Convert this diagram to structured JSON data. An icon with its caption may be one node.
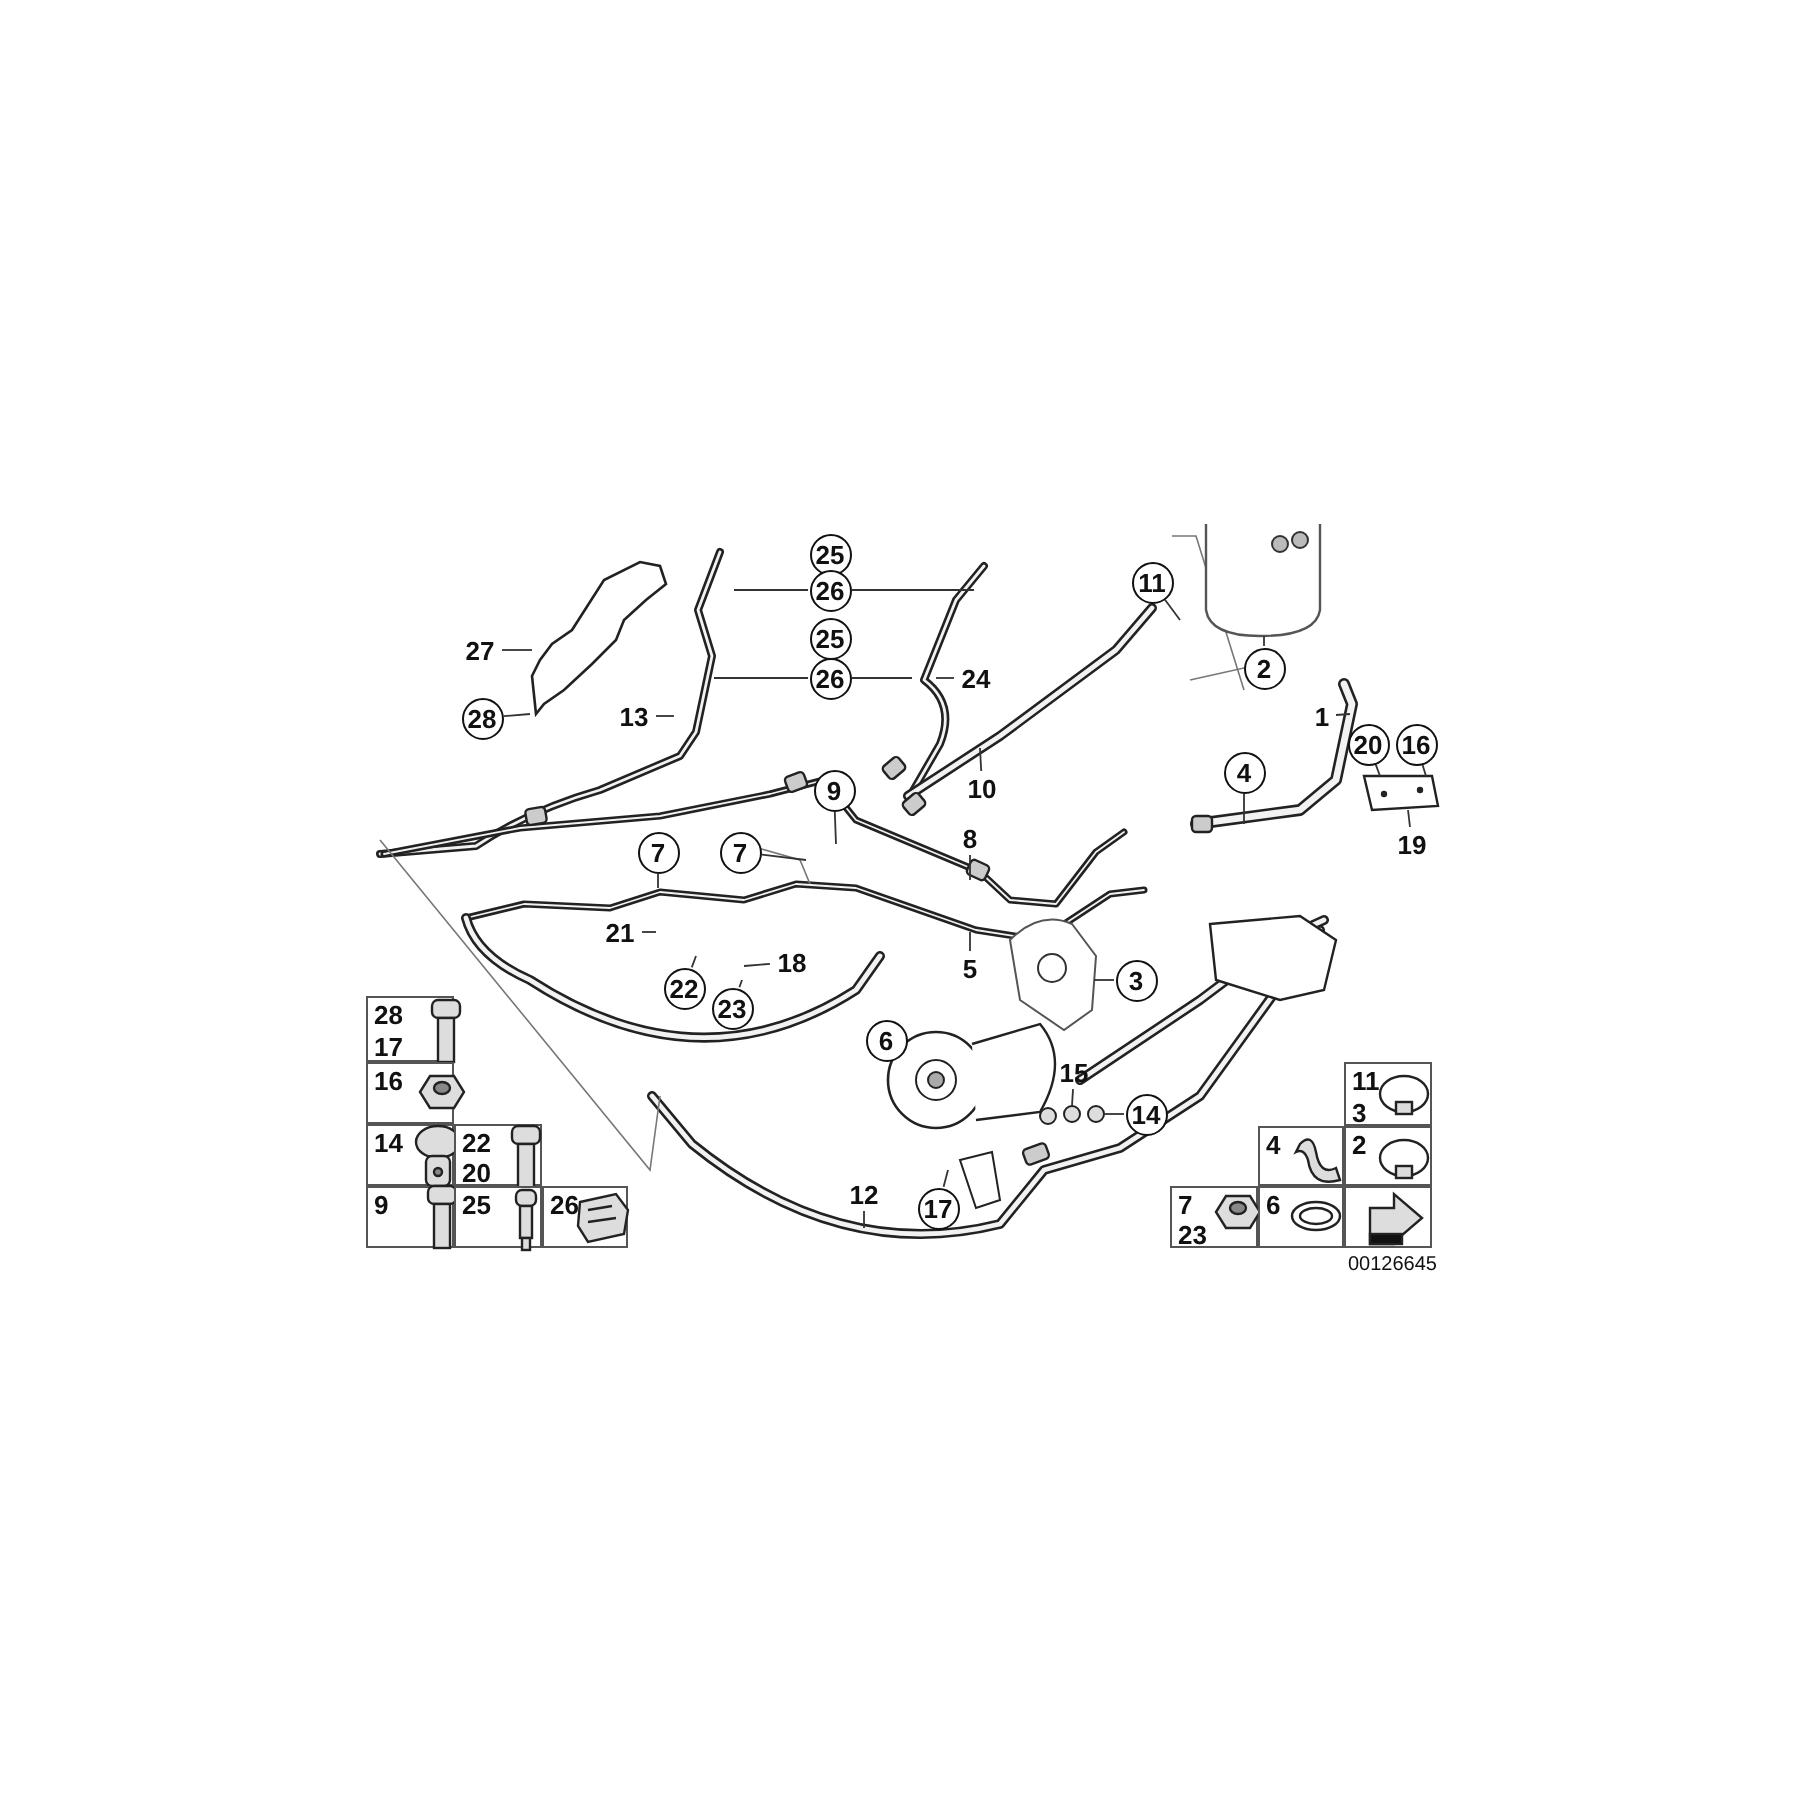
{
  "diagram": {
    "nodes": [
      {
        "text": [
          "25"
        ]
      },
      {
        "text": [
          "26"
        ]
      },
      {
        "text": [
          "11"
        ]
      },
      {
        "text": [
          "25"
        ]
      },
      {
        "text": [
          "26"
        ]
      },
      {
        "text": [
          "27"
        ]
      },
      {
        "text": [
          "2"
        ]
      },
      {
        "text": [
          "24"
        ]
      },
      {
        "text": [
          "1"
        ]
      },
      {
        "text": [
          "28"
        ]
      },
      {
        "text": [
          "13"
        ]
      },
      {
        "text": [
          "20"
        ]
      },
      {
        "text": [
          "16"
        ]
      },
      {
        "text": [
          "4"
        ]
      },
      {
        "text": [
          "10"
        ]
      },
      {
        "text": [
          "9"
        ]
      },
      {
        "text": [
          "8"
        ]
      },
      {
        "text": [
          "19"
        ]
      },
      {
        "text": [
          "7"
        ]
      },
      {
        "text": [
          "7"
        ]
      },
      {
        "text": [
          "21"
        ]
      },
      {
        "text": [
          "18"
        ]
      },
      {
        "text": [
          "5"
        ]
      },
      {
        "text": [
          "3"
        ]
      },
      {
        "text": [
          "22"
        ]
      },
      {
        "text": [
          "23"
        ]
      },
      {
        "text": [
          "6"
        ]
      },
      {
        "text": [
          "15"
        ]
      },
      {
        "text": [
          "14"
        ]
      },
      {
        "text": [
          "12"
        ]
      },
      {
        "text": [
          "17"
        ]
      },
      {
        "text": [],
        "shape": "picture"
      },
      {
        "text": [],
        "shape": "picture"
      },
      {
        "text": [],
        "shape": "picture"
      },
      {
        "text": [],
        "shape": "picture"
      },
      {
        "text": [],
        "shape": "picture"
      }
    ],
    "edges": [
      {
        "from": 1,
        "to": null,
        "arrow": "none"
      },
      {
        "from": 1,
        "to": null,
        "arrow": "none"
      },
      {
        "from": 4,
        "to": null,
        "arrow": "none"
      },
      {
        "from": 4,
        "to": null,
        "arrow": "none"
      },
      {
        "from": 2,
        "to": null,
        "arrow": "none"
      },
      {
        "from": 5,
        "to": 31,
        "arrow": "none"
      },
      {
        "from": 6,
        "to": 32,
        "arrow": "none"
      },
      {
        "from": 7,
        "to": null,
        "arrow": "none"
      },
      {
        "from": 8,
        "to": null,
        "arrow": "none"
      },
      {
        "from": 9,
        "to": 31,
        "arrow": "none"
      },
      {
        "from": 10,
        "to": null,
        "arrow": "none"
      },
      {
        "from": 11,
        "to": 33,
        "arrow": "none"
      },
      {
        "from": 12,
        "to": 33,
        "arrow": "none"
      },
      {
        "from": 13,
        "to": null,
        "arrow": "none"
      },
      {
        "from": 14,
        "to": null,
        "arrow": "none"
      },
      {
        "from": 15,
        "to": null,
        "arrow": "none"
      },
      {
        "from": 16,
        "to": null,
        "arrow": "none"
      },
      {
        "from": 17,
        "to": 33,
        "arrow": "none"
      },
      {
        "from": 18,
        "to": null,
        "arrow": "none"
      },
      {
        "from": 19,
        "to": null,
        "arrow": "none"
      },
      {
        "from": 20,
        "to": null,
        "arrow": "none"
      },
      {
        "from": 21,
        "to": null,
        "arrow": "none"
      },
      {
        "from": 22,
        "to": null,
        "arrow": "none"
      },
      {
        "from": 23,
        "to": 34,
        "arrow": "none"
      },
      {
        "from": 24,
        "to": null,
        "arrow": "none"
      },
      {
        "from": 25,
        "to": null,
        "arrow": "none"
      },
      {
        "from": 27,
        "to": 35,
        "arrow": "none"
      },
      {
        "from": 28,
        "to": 35,
        "arrow": "none"
      },
      {
        "from": 29,
        "to": null,
        "arrow": "none"
      },
      {
        "from": 30,
        "to": null,
        "arrow": "none"
      }
    ],
    "labels": [
      "28",
      "17",
      "16",
      "14",
      "22",
      "20",
      "9",
      "25",
      "26",
      "11",
      "3",
      "4",
      "2",
      "7",
      "23",
      "6",
      "00126645"
    ]
  }
}
